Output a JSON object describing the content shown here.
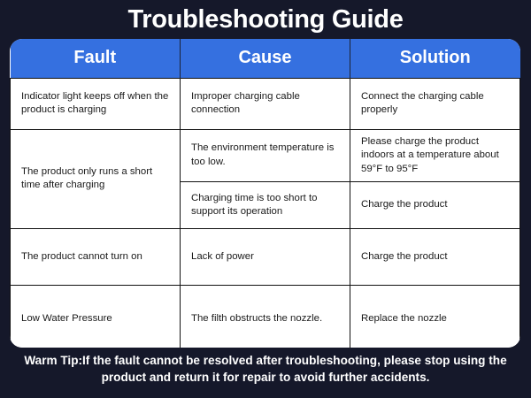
{
  "title": "Troubleshooting Guide",
  "table": {
    "headers": [
      "Fault",
      "Cause",
      "Solution"
    ],
    "rows": [
      {
        "fault": "Indicator light keeps off when the product is charging",
        "fault_rowspan": 1,
        "cause": "Improper charging cable connection",
        "solution": "Connect the charging cable properly"
      },
      {
        "fault": "The product only runs a short time after charging",
        "fault_rowspan": 2,
        "cause": "The environment temperature is too low.",
        "solution": "Please charge the product indoors at a temperature about 59°F to 95°F"
      },
      {
        "fault": "",
        "fault_rowspan": 0,
        "cause": "Charging time is too short to support its operation",
        "solution": "Charge the product"
      },
      {
        "fault": "The product cannot turn on",
        "fault_rowspan": 1,
        "cause": "Lack of power",
        "solution": "Charge the product"
      },
      {
        "fault": "Low Water Pressure",
        "fault_rowspan": 1,
        "cause": "The filth obstructs the nozzle.",
        "solution": "Replace the nozzle"
      }
    ]
  },
  "footer": {
    "text": "Warm Tip:If the fault cannot be resolved after troubleshooting, please stop using the product and return it for repair to avoid further accidents."
  },
  "colors": {
    "background": "#15182a",
    "header_blue": "#3570e0",
    "cell_background": "#ffffff",
    "text_dark": "#1a1a1a",
    "text_light": "#ffffff"
  }
}
